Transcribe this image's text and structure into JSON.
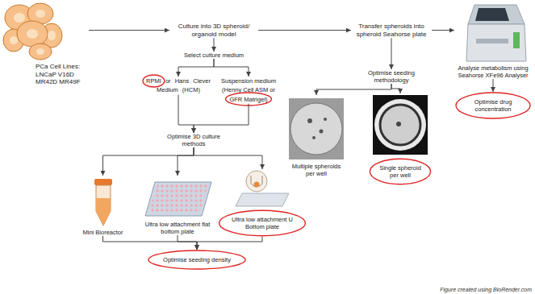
{
  "diagram": {
    "caption": "Figure created using BioRender.com",
    "nodes": [
      {
        "text": [
          "PCa Cell Lines: LNCaP V16D MR42D MR49F"
        ]
      },
      {
        "text": [
          "Culture into 3D spheroid/ organoid model"
        ]
      },
      {
        "text": [
          "Transfer spheroids into spheroid Seahorse plate"
        ]
      },
      {
        "text": [
          "Analyse metabolism using Seahorse XFe96 Analyser"
        ]
      },
      {
        "text": [
          "Optimise drug concentration"
        ]
      },
      {
        "text": [
          "Select culture medium"
        ]
      },
      {
        "text": [
          "RPMI or Hans Clever Medium (HCM)"
        ]
      },
      {
        "text": [
          "Suspension medium (Henny Cell ASM or GFR Matrigel)"
        ]
      },
      {
        "text": [
          "Optimise 3D culture methods"
        ]
      },
      {
        "text": [
          "Mini Bioreactor"
        ]
      },
      {
        "text": [
          "Ultra low attachment flat bottom plate"
        ]
      },
      {
        "text": [
          "Ultra low attachment U Bottom plate"
        ]
      },
      {
        "text": [
          "Optimise seeding density"
        ]
      },
      {
        "text": [
          "Optimise seeding methodology"
        ]
      },
      {
        "text": [
          "Multiple spheroids per well"
        ]
      },
      {
        "text": [
          "Single spheroid per well"
        ]
      }
    ],
    "edges": [
      {
        "from": 0,
        "to": 1,
        "arrow": "to"
      },
      {
        "from": 1,
        "to": 2,
        "arrow": "to"
      },
      {
        "from": 2,
        "to": 3,
        "arrow": "to"
      },
      {
        "from": 3,
        "to": 4,
        "arrow": "to"
      },
      {
        "from": 1,
        "to": 5,
        "arrow": "to"
      },
      {
        "from": 5,
        "to": 6,
        "arrow": "to"
      },
      {
        "from": 5,
        "to": 7,
        "arrow": "to"
      },
      {
        "from": 6,
        "to": 8,
        "arrow": "to"
      },
      {
        "from": 7,
        "to": 8,
        "arrow": "to"
      },
      {
        "from": 8,
        "to": 9,
        "arrow": "to"
      },
      {
        "from": 8,
        "to": 10,
        "arrow": "to"
      },
      {
        "from": 8,
        "to": 11,
        "arrow": "to"
      },
      {
        "from": 9,
        "to": 12,
        "arrow": "to"
      },
      {
        "from": 10,
        "to": 12,
        "arrow": "to"
      },
      {
        "from": 11,
        "to": 12,
        "arrow": "to"
      },
      {
        "from": 2,
        "to": 13,
        "arrow": "to"
      },
      {
        "from": 13,
        "to": 14,
        "arrow": "to"
      },
      {
        "from": 13,
        "to": 15,
        "arrow": "to"
      }
    ]
  }
}
